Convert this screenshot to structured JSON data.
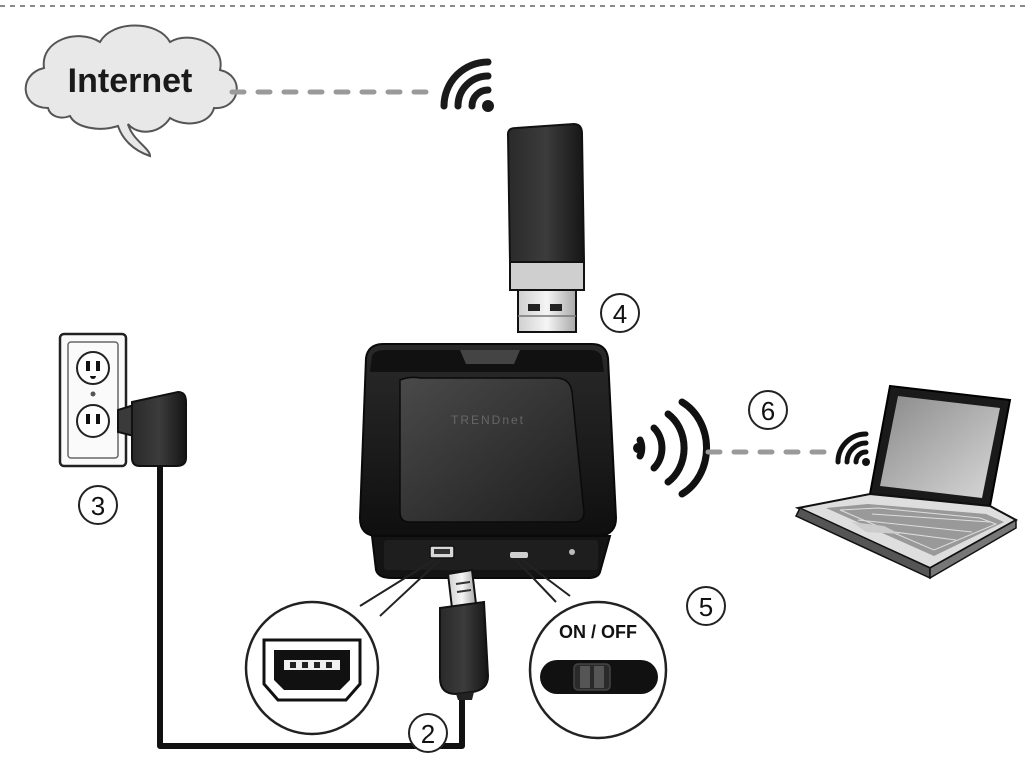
{
  "internet_label": "Internet",
  "switch_label": "ON / OFF",
  "callouts": {
    "c2": "2",
    "c3": "3",
    "c4": "4",
    "c5": "5",
    "c6": "6"
  },
  "colors": {
    "line": "#1a1a1a",
    "dash": "#9a9a9a",
    "cloud_fill": "#e6e6e6",
    "device_dark": "#1c1c1c",
    "device_mid": "#3a3a3a"
  },
  "icons": {
    "wifi_top": "wifi-signal-icon",
    "wifi_router": "broadcast-icon",
    "wifi_laptop": "wifi-signal-icon"
  }
}
